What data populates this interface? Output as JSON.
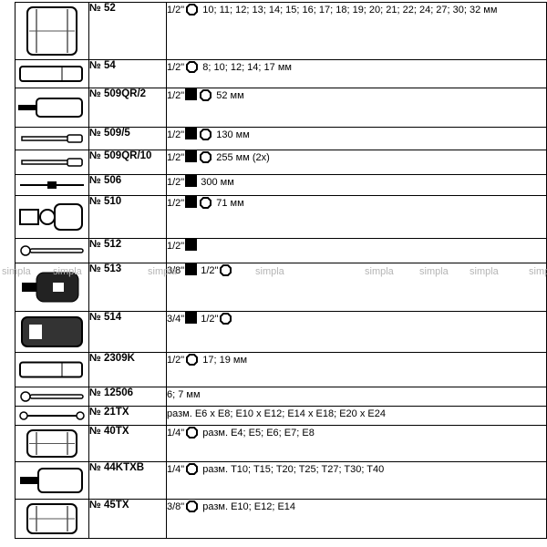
{
  "rows": [
    {
      "num": "№ 52",
      "size": "1/2\"",
      "text": "10; 11; 12; 13; 14; 15; 16; 17; 18; 19; 20; 21; 22; 24; 27; 30; 32 мм",
      "icons": [
        "oct"
      ]
    },
    {
      "num": "№ 54",
      "size": "1/2\"",
      "text": "8; 10; 12; 14; 17 мм",
      "icons": [
        "oct"
      ]
    },
    {
      "num": "№ 509QR/2",
      "size": "1/2\"",
      "text": "52 мм",
      "icons": [
        "sq",
        "oct"
      ]
    },
    {
      "num": "№ 509/5",
      "size": "1/2\"",
      "text": "130 мм",
      "icons": [
        "sq",
        "oct"
      ]
    },
    {
      "num": "№ 509QR/10",
      "size": "1/2\"",
      "text": "255 мм (2x)",
      "icons": [
        "sq",
        "oct"
      ]
    },
    {
      "num": "№ 506",
      "size": "1/2\"",
      "text": "300 мм",
      "icons": [
        "sq"
      ]
    },
    {
      "num": "№ 510",
      "size": "1/2\"",
      "text": "71 мм",
      "icons": [
        "sq",
        "oct"
      ]
    },
    {
      "num": "№ 512",
      "size": "1/2\"",
      "text": "",
      "icons": [
        "sq"
      ]
    },
    {
      "num": "№ 513",
      "size": "3/8\"",
      "text": "1/2\"",
      "icons": [
        "sq"
      ],
      "after_icons": [
        "oct"
      ]
    },
    {
      "num": "№ 514",
      "size": "3/4\"",
      "text": "1/2\"",
      "icons": [
        "sq"
      ],
      "after_icons": [
        "oct"
      ]
    },
    {
      "num": "№ 2309K",
      "size": "1/2\"",
      "text": "17; 19 мм",
      "icons": [
        "oct"
      ]
    },
    {
      "num": "№ 12506",
      "size": "",
      "text": "6; 7 мм",
      "icons": []
    },
    {
      "num": "№ 21TX",
      "size": "",
      "text": "разм. E6 x E8; E10 x E12; E14 x E18; E20 x E24",
      "icons": []
    },
    {
      "num": "№ 40TX",
      "size": "1/4\"",
      "text": "разм. E4; E5; E6; E7; E8",
      "icons": [
        "oct"
      ]
    },
    {
      "num": "№ 44KTXB",
      "size": "1/4\"",
      "text": "разм. T10; T15; T20; T25; T27; T30; T40",
      "icons": [
        "oct"
      ]
    },
    {
      "num": "№ 45TX",
      "size": "3/8\"",
      "text": "разм. E10; E12; E14",
      "icons": [
        "oct"
      ]
    }
  ],
  "watermark": "simpla"
}
